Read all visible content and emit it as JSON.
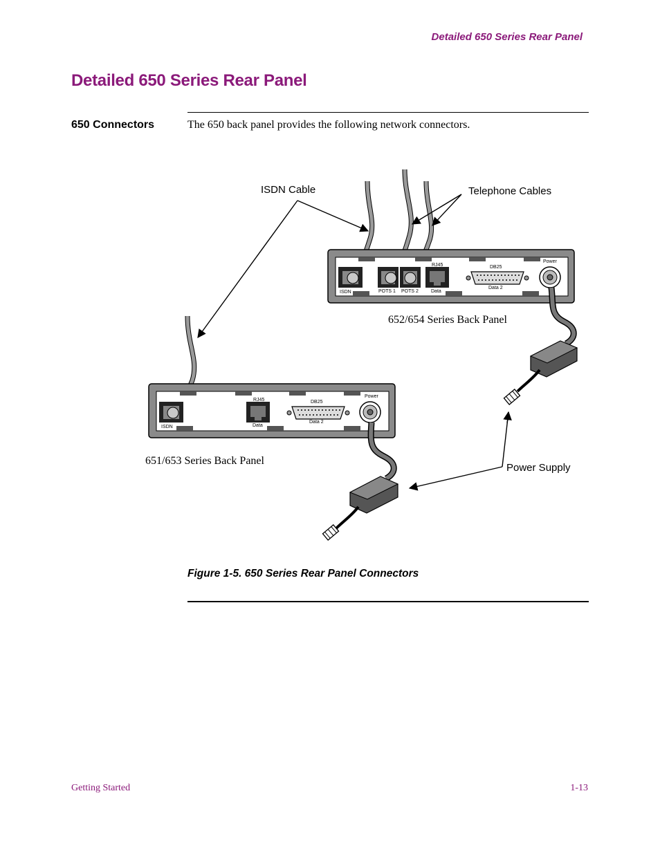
{
  "header": {
    "running_title": "Detailed 650 Series Rear Panel"
  },
  "title": "Detailed 650 Series Rear Panel",
  "section": {
    "heading": "650 Connectors",
    "text": "The 650 back panel provides the following network connectors."
  },
  "figure": {
    "callouts": {
      "isdn_cable": "ISDN Cable",
      "telephone_cables": "Telephone Cables",
      "power_supply": "Power Supply"
    },
    "panel_652_654": {
      "caption": "652/654 Series Back Panel",
      "labels": {
        "isdn": "ISDN",
        "pots1": "POTS 1",
        "pots2": "POTS 2",
        "rj45": "RJ45",
        "data": "Data",
        "db25": "DB25",
        "data2": "Data 2",
        "power": "Power"
      }
    },
    "panel_651_653": {
      "caption": "651/653 Series Back Panel",
      "labels": {
        "isdn": "ISDN",
        "rj45": "RJ45",
        "data": "Data",
        "db25": "DB25",
        "data2": "Data 2",
        "power": "Power"
      }
    },
    "caption": "Figure 1-5. 650 Series Rear Panel Connectors"
  },
  "footer": {
    "left": "Getting Started",
    "right": "1-13"
  }
}
